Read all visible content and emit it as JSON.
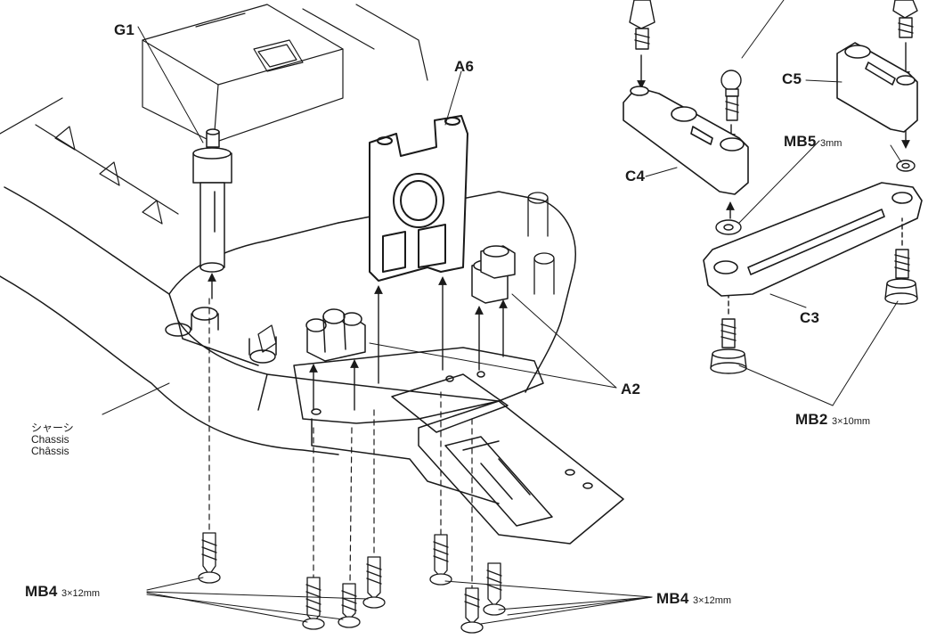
{
  "labels": {
    "g1": "G1",
    "a6": "A6",
    "a2": "A2",
    "c4": "C4",
    "c5": "C5",
    "c3": "C3",
    "mb5": {
      "name": "MB5",
      "size": "3mm"
    },
    "mb2": {
      "name": "MB2",
      "size": "3×10mm"
    },
    "mb4_left": {
      "name": "MB4",
      "size": "3×12mm"
    },
    "mb4_right": {
      "name": "MB4",
      "size": "3×12mm"
    },
    "chassis": {
      "jp": "シャーシ",
      "en": "Chassis",
      "fr": "Châssis"
    }
  },
  "colors": {
    "ink": "#1a1a1a",
    "paper": "#ffffff",
    "part_fill": "#ffffff"
  }
}
